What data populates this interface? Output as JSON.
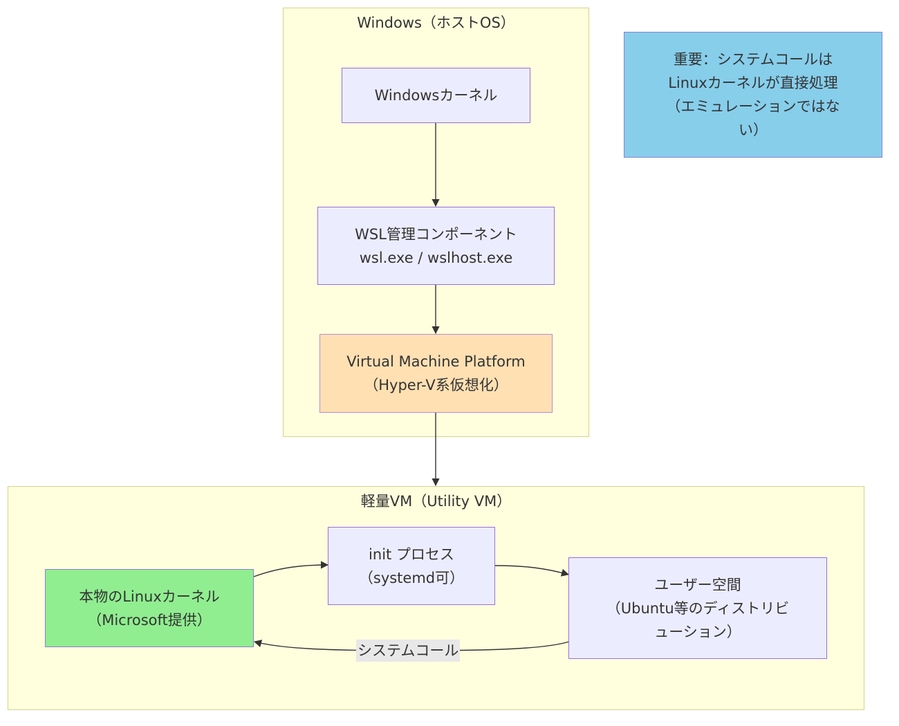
{
  "clusters": {
    "host": {
      "title": "Windows（ホストOS）"
    },
    "vm": {
      "title": "軽量VM（Utility VM）"
    }
  },
  "nodes": {
    "win_kernel": {
      "lines": [
        "Windowsカーネル"
      ]
    },
    "wsl_mgmt": {
      "lines": [
        "WSL管理コンポーネント",
        "wsl.exe / wslhost.exe"
      ]
    },
    "vmp": {
      "lines": [
        "Virtual Machine Platform",
        "（Hyper-V系仮想化）"
      ]
    },
    "note": {
      "lines": [
        "重要：システムコールは",
        "Linuxカーネルが直接処理",
        "（エミュレーションではな",
        "い）"
      ]
    },
    "init": {
      "lines": [
        "init プロセス",
        "（systemd可）"
      ]
    },
    "linux_kernel": {
      "lines": [
        "本物のLinuxカーネル",
        "（Microsoft提供）"
      ]
    },
    "userspace": {
      "lines": [
        "ユーザー空間",
        "（Ubuntu等のディストリビ",
        "ューション）"
      ]
    }
  },
  "edges": {
    "syscall_label": "システムコール"
  },
  "colors": {
    "cluster_fill": "#ffffde",
    "cluster_stroke": "#d4d48a",
    "node_fill": "#ececff",
    "node_stroke": "#9370db",
    "vmp_fill": "#ffe0b3",
    "kernel_fill": "#90ee90",
    "note_fill": "#87ceeb",
    "edge_color": "#333333",
    "edge_label_bg": "#e8e8e8"
  }
}
